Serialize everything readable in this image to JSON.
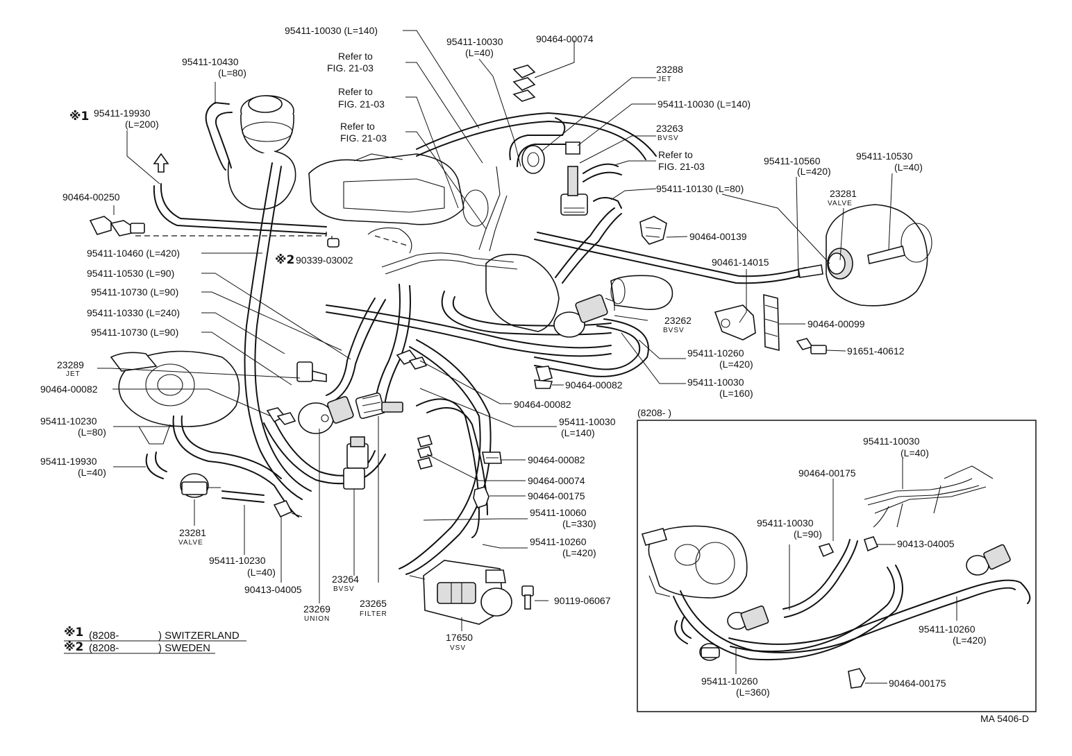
{
  "labels": {
    "l_10030_140_top": "95411-10030 (L=140)",
    "l_10030_40_top": "95411-10030",
    "l_10030_40_top_len": "(L=40)",
    "l_00074_top": "90464-00074",
    "l_10430": "95411-10430",
    "l_10430_len": "(L=80)",
    "l_refer1_a": "Refer to",
    "l_refer1_b": "FIG. 21-03",
    "l_refer2_a": "Refer to",
    "l_refer2_b": "FIG. 21-03",
    "l_refer3_a": "Refer to",
    "l_refer3_b": "FIG. 21-03",
    "l_23288": "23288",
    "l_23288_sub": "JET",
    "l_10030_140_r": "95411-10030 (L=140)",
    "l_23263": "23263",
    "l_23263_sub": "BVSV",
    "l_refer4_a": "Refer to",
    "l_refer4_b": "FIG. 21-03",
    "l_star1": "※1",
    "l_19930": "95411-19930",
    "l_19930_len": "(L=200)",
    "l_10560": "95411-10560",
    "l_10560_len": "(L=420)",
    "l_10530_r": "95411-10530",
    "l_10530_r_len": "(L=40)",
    "l_23281_r": "23281",
    "l_23281_r_sub": "VALVE",
    "l_10130": "95411-10130 (L=80)",
    "l_00250": "90464-00250",
    "l_00139": "90464-00139",
    "l_10460": "95411-10460 (L=420)",
    "l_star2": "※2",
    "l_03002": "90339-03002",
    "l_14015": "90461-14015",
    "l_10530_90": "95411-10530 (L=90)",
    "l_10730_90a": "95411-10730 (L=90)",
    "l_10330": "95411-10330 (L=240)",
    "l_10730_90b": "95411-10730 (L=90)",
    "l_23262": "23262",
    "l_23262_sub": "BVSV",
    "l_00099": "90464-00099",
    "l_40612": "91651-40612",
    "l_23289": "23289",
    "l_23289_sub": "JET",
    "l_00082_l": "90464-00082",
    "l_10260_r": "95411-10260",
    "l_10260_r_len": "(L=420)",
    "l_00082_m": "90464-00082",
    "l_10030_160": "95411-10030",
    "l_10030_160_len": "(L=160)",
    "l_00082_c": "90464-00082",
    "l_10230_l": "95411-10230",
    "l_10230_l_len": "(L=80)",
    "l_10030_140_c": "95411-10030",
    "l_10030_140_c_len": "(L=140)",
    "l_00082_c2": "90464-00082",
    "l_19930_b": "95411-19930",
    "l_19930_b_len": "(L=40)",
    "l_00074_c": "90464-00074",
    "l_00175_c": "90464-00175",
    "l_10060": "95411-10060",
    "l_10060_len": "(L=330)",
    "l_23281_l": "23281",
    "l_23281_l_sub": "VALVE",
    "l_10260_c": "95411-10260",
    "l_10260_c_len": "(L=420)",
    "l_10230_b": "95411-10230",
    "l_10230_b_len": "(L=40)",
    "l_23264": "23264",
    "l_23264_sub": "BVSV",
    "l_04005_l": "90413-04005",
    "l_23265": "23265",
    "l_23265_sub": "FILTER",
    "l_06067": "90119-06067",
    "l_23269": "23269",
    "l_23269_sub": "UNION",
    "l_17650": "17650",
    "l_17650_sub": "VSV",
    "l_inset_title": "(8208-        )",
    "l_in_10030_40": "95411-10030",
    "l_in_10030_40_len": "(L=40)",
    "l_in_00175": "90464-00175",
    "l_in_10030_90": "95411-10030",
    "l_in_10030_90_len": "(L=90)",
    "l_in_04005": "90413-04005",
    "l_in_10260_r": "95411-10260",
    "l_in_10260_r_len": "(L=420)",
    "l_in_10260_b": "95411-10260",
    "l_in_10260_b_len": "(L=360)",
    "l_in_00175_b": "90464-00175",
    "l_ref": "MA 5406-D"
  },
  "notes": [
    {
      "mark": "※1",
      "code": "(8208-",
      "region": ") SWITZERLAND"
    },
    {
      "mark": "※2",
      "code": "(8208-",
      "region": ") SWEDEN"
    }
  ]
}
